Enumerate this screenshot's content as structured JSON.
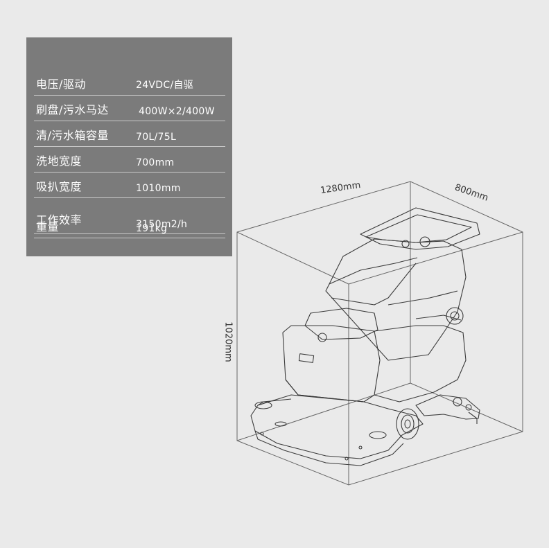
{
  "specs": [
    {
      "label": "电压/驱动",
      "value": "24VDC/自驱"
    },
    {
      "label": "刷盘/污水马达",
      "value": "400W×2/400W"
    },
    {
      "label": "清/污水箱容量",
      "value": "70L/75L"
    },
    {
      "label": "洗地宽度",
      "value": "700mm"
    },
    {
      "label": "吸扒宽度",
      "value": "1010mm"
    },
    {
      "label": "工作效率",
      "value": "3150m2/h"
    },
    {
      "label": "重量",
      "value": "191kg"
    }
  ],
  "dimensions": {
    "length": "1280mm",
    "width": "800mm",
    "height": "1020mm"
  },
  "colors": {
    "background": "#eaeaea",
    "panel": "#7b7b7b",
    "text_on_panel": "#ffffff",
    "box_lines": "#555555"
  }
}
